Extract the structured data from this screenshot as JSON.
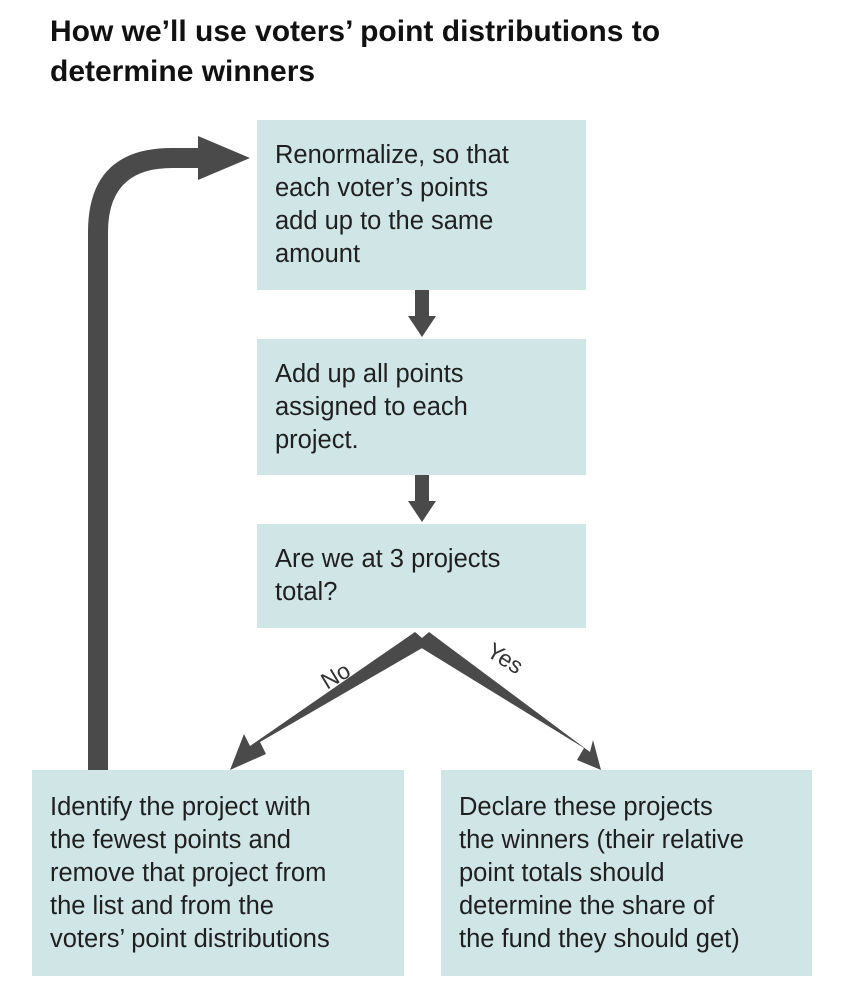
{
  "title": "How we’ll use voters’ point distributions to determine winners",
  "steps": {
    "renormalize": {
      "lines": [
        "Renormalize, so that",
        "each voter’s points",
        "add up to the same",
        "amount"
      ]
    },
    "add_up": {
      "lines": [
        "Add up all points",
        "assigned to each",
        "project."
      ]
    },
    "check": {
      "lines": [
        "Are we at 3 projects",
        "total?"
      ]
    },
    "remove": {
      "lines": [
        "Identify the project with",
        "the fewest points and",
        "remove that project from",
        "the list and from the",
        "voters’ point distributions"
      ]
    },
    "declare": {
      "lines": [
        "Declare these projects",
        "the winners (their relative",
        "point totals should",
        "determine the share of",
        "the fund they should get)"
      ]
    }
  },
  "branches": {
    "no_label": "No",
    "yes_label": "Yes"
  },
  "colors": {
    "box_fill": "#cfe5e6",
    "arrow": "#4a4a4a",
    "text": "#1f1f1f"
  }
}
